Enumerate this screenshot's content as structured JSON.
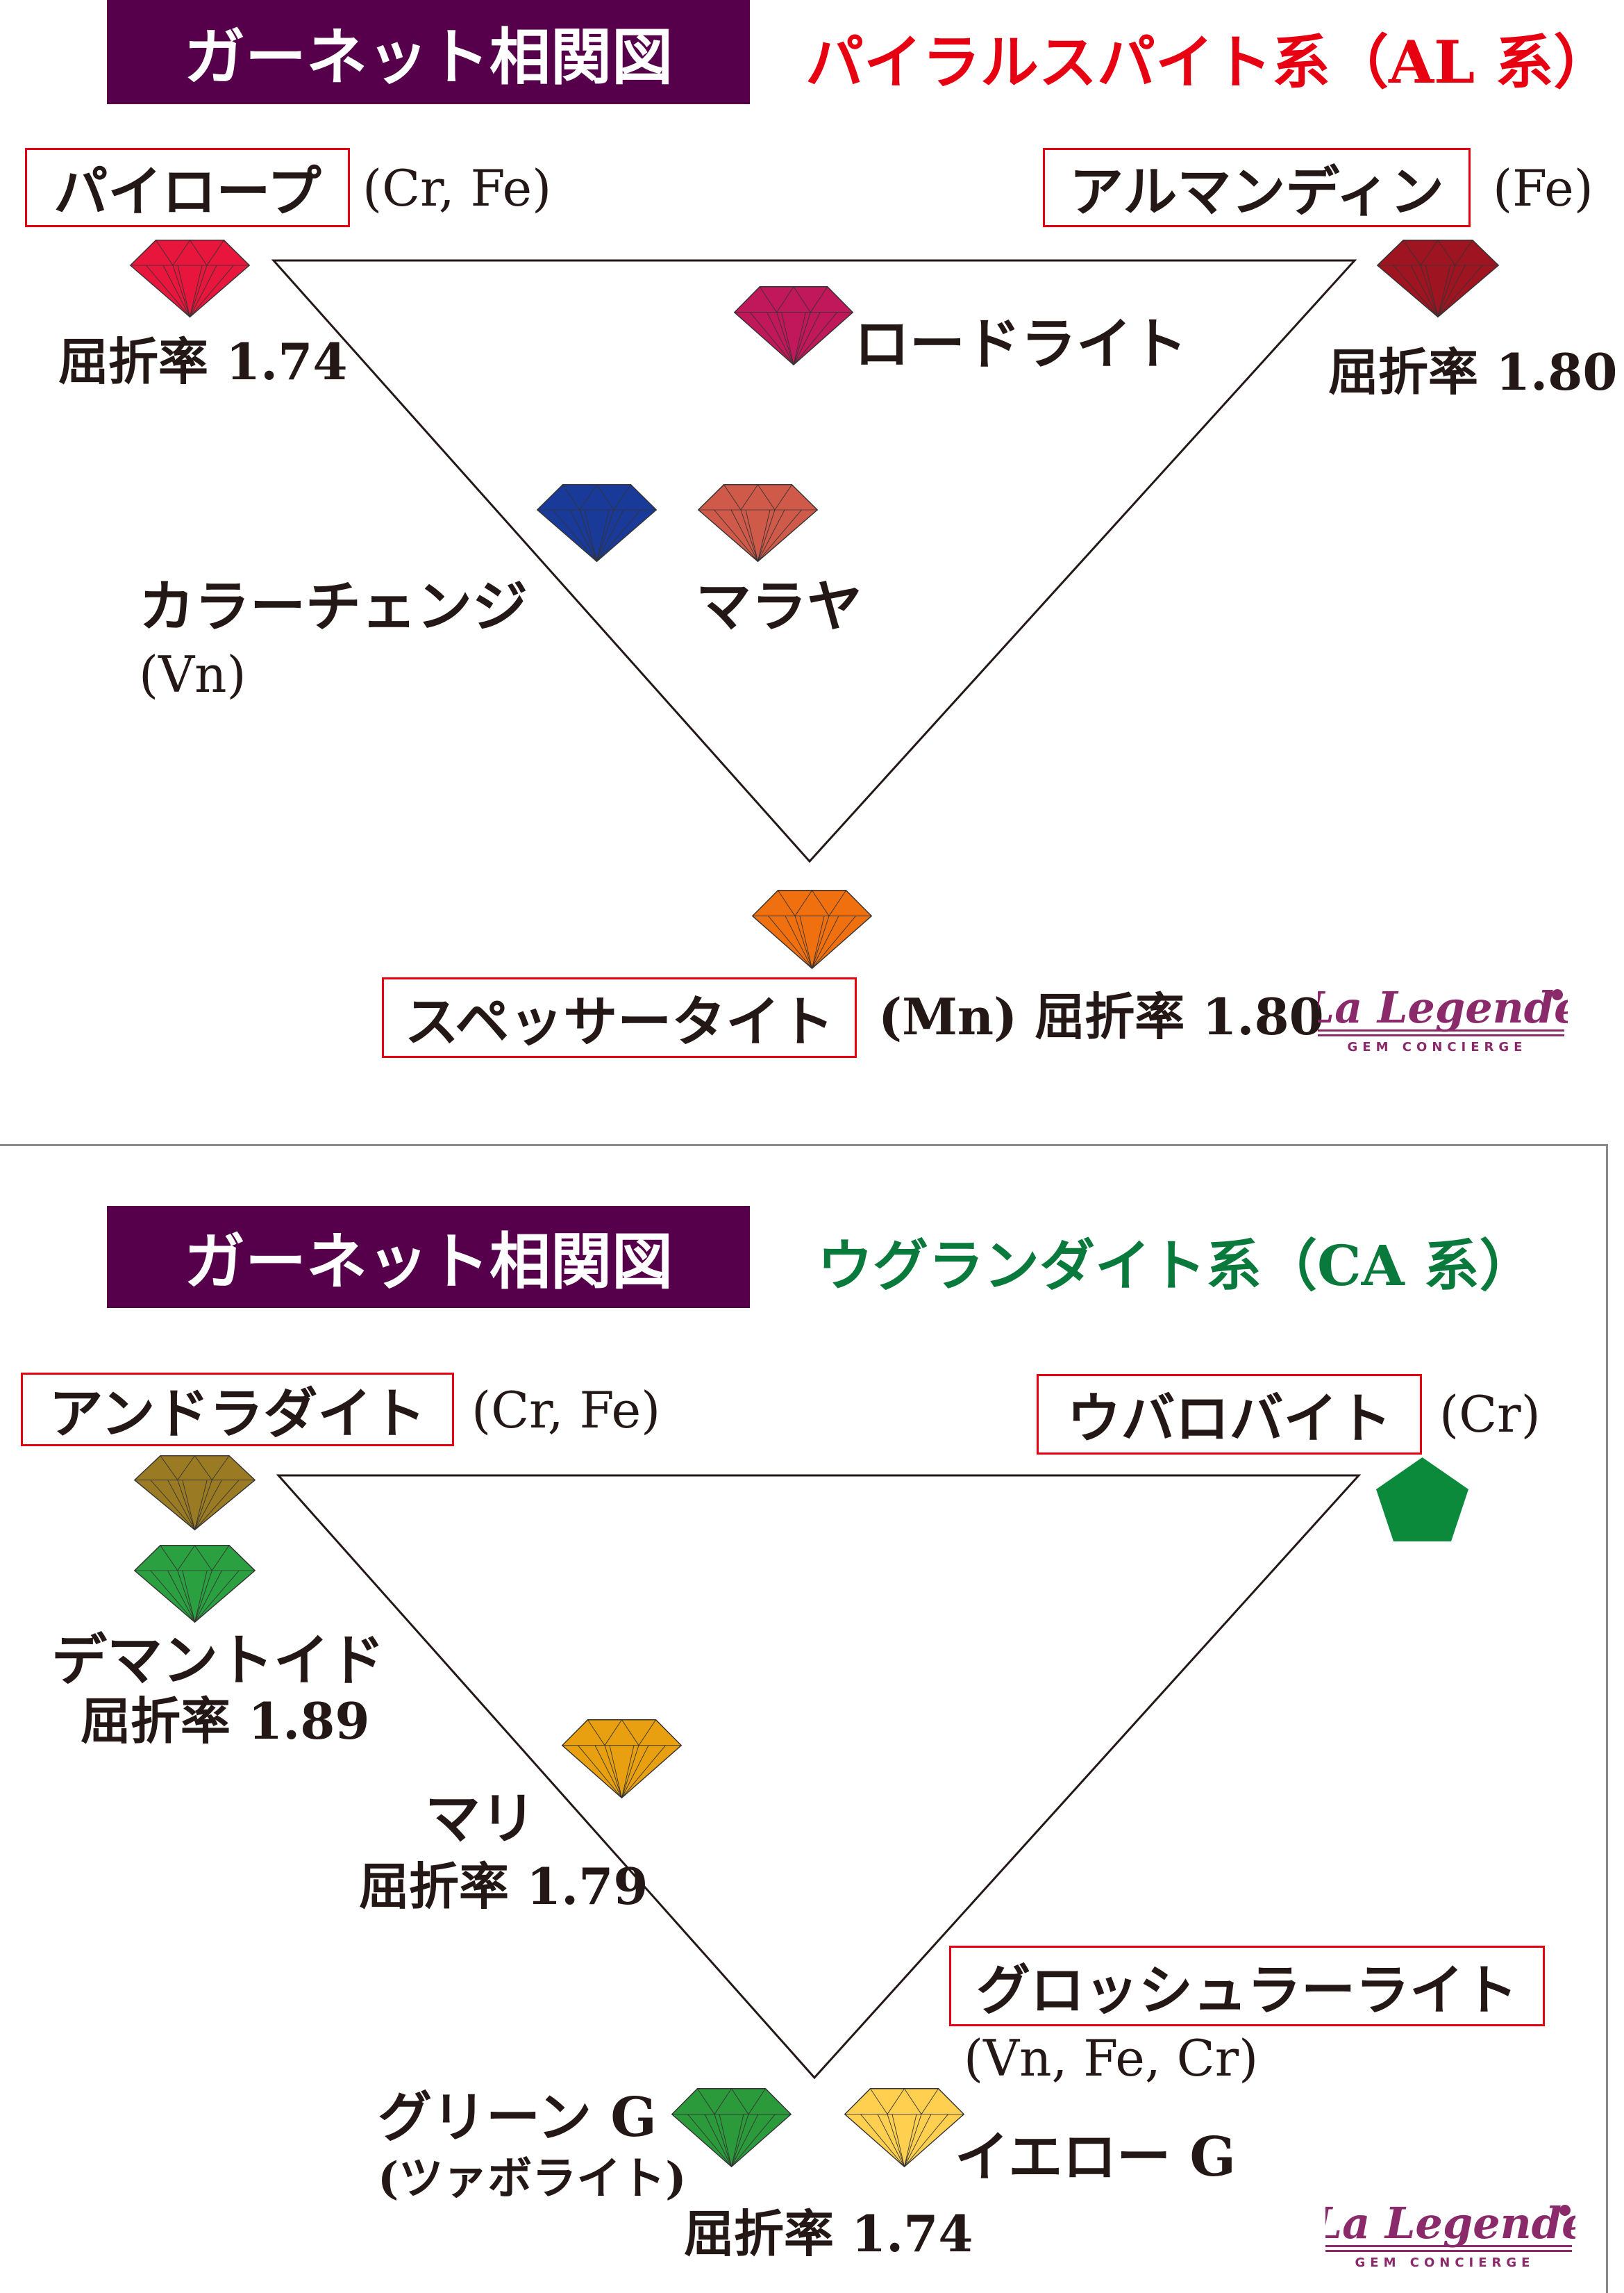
{
  "top": {
    "title": "ガーネット相関図",
    "subtitle": "パイラルスパイト系（AL 系）",
    "subtitle_color": "#e60012",
    "pyrope": {
      "name": "パイロープ",
      "elements": "(Cr, Fe)",
      "ri": "屈折率 1.74",
      "color": "#e8163c"
    },
    "almandine": {
      "name": "アルマンディン",
      "elements": "(Fe)",
      "ri": "屈折率 1.80",
      "color": "#9e1420"
    },
    "rhodolite": {
      "name": "ロードライト",
      "color": "#c0185a"
    },
    "color_change": {
      "name": "カラーチェンジ",
      "elements": "(Vn)",
      "color": "#1a3a9a"
    },
    "malaya": {
      "name": "マラヤ",
      "color": "#d05a4a"
    },
    "spessartite": {
      "name": "スペッサータイト",
      "elements_ri": "(Mn) 屈折率 1.80",
      "color": "#f07010"
    }
  },
  "bottom": {
    "title": "ガーネット相関図",
    "subtitle": "ウグランダイト系（CA 系）",
    "subtitle_color": "#0a7a3c",
    "andradite": {
      "name": "アンドラダイト",
      "elements": "(Cr, Fe)",
      "color": "#9a7a22"
    },
    "demantoid": {
      "name": "デマントイド",
      "ri": "屈折率 1.89",
      "color": "#2aa040"
    },
    "uvarovite": {
      "name": "ウバロバイト",
      "elements": "(Cr)",
      "color": "#0a8a3a"
    },
    "mali": {
      "name": "マリ",
      "ri": "屈折率 1.79",
      "color": "#e8a010"
    },
    "grossular": {
      "name": "グロッシュラーライト",
      "elements": "(Vn, Fe, Cr)"
    },
    "green_g": {
      "name": "グリーン G",
      "alias": "(ツァボライト)",
      "color": "#2a9a3a"
    },
    "yellow_g": {
      "name": "イエロー G",
      "color": "#ffd050"
    },
    "ri": "屈折率 1.74"
  },
  "logo": {
    "script": "La Legende",
    "tagline": "GEM CONCIERGE",
    "color": "#8b2a6a"
  }
}
